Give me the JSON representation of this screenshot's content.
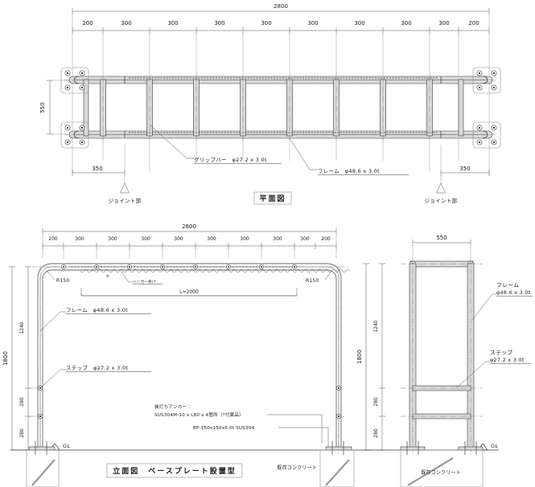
{
  "drawing": {
    "views": [
      {
        "id": "plan",
        "title": "平面図",
        "overall_length": "2800",
        "overall_width": "550",
        "dimension_chain": [
          "200",
          "300",
          "300",
          "300",
          "300",
          "300",
          "300",
          "300",
          "300",
          "200"
        ],
        "joint_offset_left": "350",
        "joint_offset_right": "350",
        "joint_label_left": "ジョイント部",
        "joint_label_right": "ジョイント部",
        "labels": [
          {
            "name": "grip-bar",
            "text": "グリップバー　φ27.2 x 3.0t"
          },
          {
            "name": "frame",
            "text": "フレーム　φ48.6 x 3.0t"
          }
        ]
      },
      {
        "id": "elevation",
        "title": "立面図　ベースプレート設置型",
        "overall_length": "2800",
        "overall_height": "1800",
        "dimension_chain": [
          "200",
          "300",
          "300",
          "300",
          "300",
          "300",
          "300",
          "300",
          "300",
          "200"
        ],
        "vertical_dims": [
          "1240",
          "280",
          "280"
        ],
        "corner_radius_left": "R150",
        "corner_radius_right": "R150",
        "hanger_note": "ハンガー掛け",
        "hanger_mark": "※",
        "hanger_length": "L=2000",
        "ground_level": "GL",
        "labels": [
          {
            "name": "frame",
            "text": "フレーム　φ48.6 x 3.0t"
          },
          {
            "name": "step",
            "text": "ステップ　φ27.2 x 3.0t"
          }
        ],
        "notes": [
          "後打ちアンカー：",
          "SUS304M-10 x L80 x 4箇所（*付属品）",
          "BP-150x150x6.0t  SUS304"
        ],
        "concrete_label": "既存コンクリート"
      },
      {
        "id": "side",
        "overall_width": "550",
        "overall_height": "1800",
        "vertical_dims": [
          "1240",
          "280",
          "280"
        ],
        "ground_level": "GL",
        "concrete_label": "既存コンクリート",
        "labels": [
          {
            "name": "frame",
            "line1": "フレーム",
            "line2": "φ48.6 x 3.0t"
          },
          {
            "name": "step",
            "line1": "ステップ",
            "line2": "φ27.2 x 3.0t"
          }
        ]
      }
    ],
    "colors": {
      "line": "#3a3a3a",
      "dimension": "#555555",
      "fill": "#d9d9d9",
      "background": "#ffffff"
    }
  }
}
